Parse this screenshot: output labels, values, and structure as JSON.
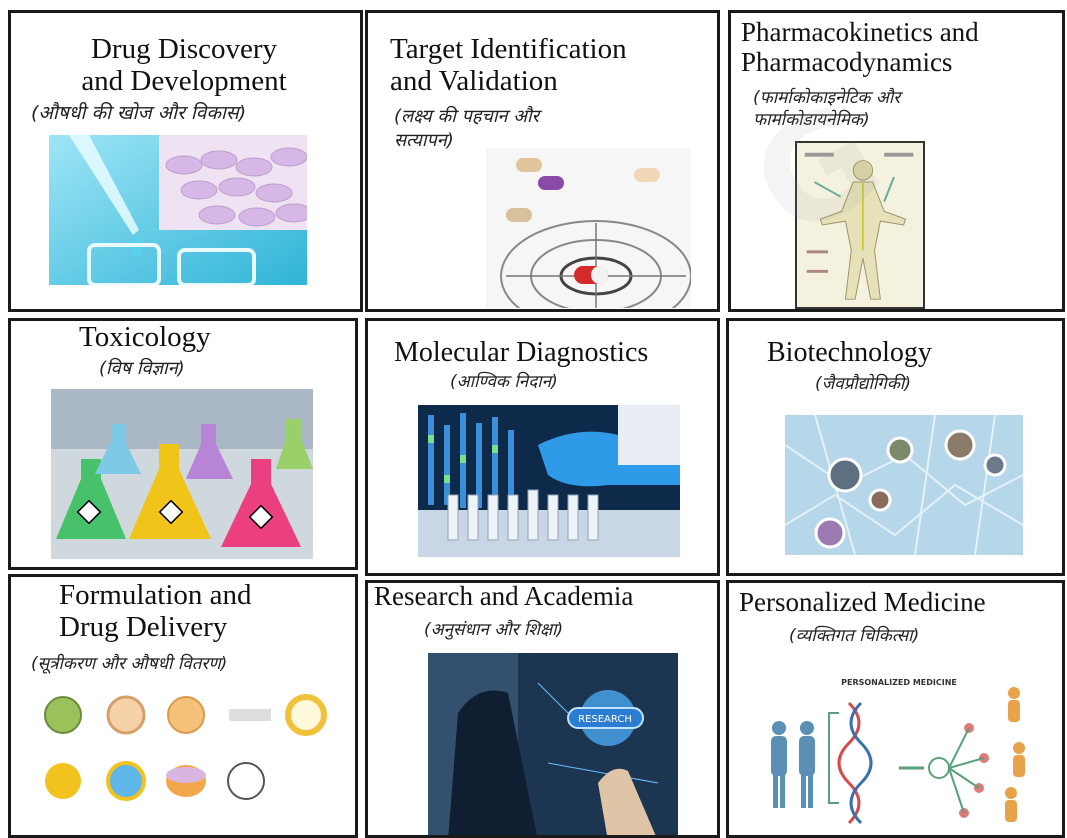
{
  "panels": [
    {
      "title_lines": [
        "Drug Discovery",
        "and Development"
      ],
      "subtitle_lines": [
        "(औषधी की खोज और विकास)"
      ],
      "image_icon": "pipette-pills-image"
    },
    {
      "title_lines": [
        "Target Identification",
        "and Validation"
      ],
      "subtitle_lines": [
        "(लक्ष्य की पहचान और",
        "सत्यापन)"
      ],
      "image_icon": "target-capsule-image"
    },
    {
      "title_lines": [
        "Pharmacokinetics and",
        "Pharmacodynamics"
      ],
      "subtitle_lines": [
        "(फार्माकोकाइनेटिक और",
        "फार्माकोडायनेमिक)"
      ],
      "image_icon": "human-body-diagram-image"
    },
    {
      "title_lines": [
        "Toxicology"
      ],
      "subtitle_lines": [
        "(विष विज्ञान)"
      ],
      "image_icon": "hazard-flasks-image"
    },
    {
      "title_lines": [
        "Molecular Diagnostics"
      ],
      "subtitle_lines": [
        "(आण्विक निदान)"
      ],
      "image_icon": "lab-test-tubes-image"
    },
    {
      "title_lines": [
        "Biotechnology"
      ],
      "subtitle_lines": [
        "(जैवप्रौद्योगिकी)"
      ],
      "image_icon": "cells-network-image"
    },
    {
      "title_lines": [
        "Formulation and",
        "Drug Delivery"
      ],
      "subtitle_lines": [
        "(सूत्रीकरण और औषधी वितरण)"
      ],
      "image_icon": "nanoparticles-image"
    },
    {
      "title_lines": [
        "Research and Academia"
      ],
      "subtitle_lines": [
        "(अनुसंधान और शिक्षा)"
      ],
      "image_icon": "research-touchscreen-image"
    },
    {
      "title_lines": [
        "Personalized Medicine"
      ],
      "subtitle_lines": [
        "(व्यक्तिगत चिकित्सा)"
      ],
      "image_icon": "personalized-medicine-image"
    }
  ],
  "inset_texts": {
    "research_button": "RESEARCH",
    "personalized_header": "PERSONALIZED MEDICINE"
  },
  "colors": {
    "border": "#1a1a1a",
    "text": "#111111"
  }
}
